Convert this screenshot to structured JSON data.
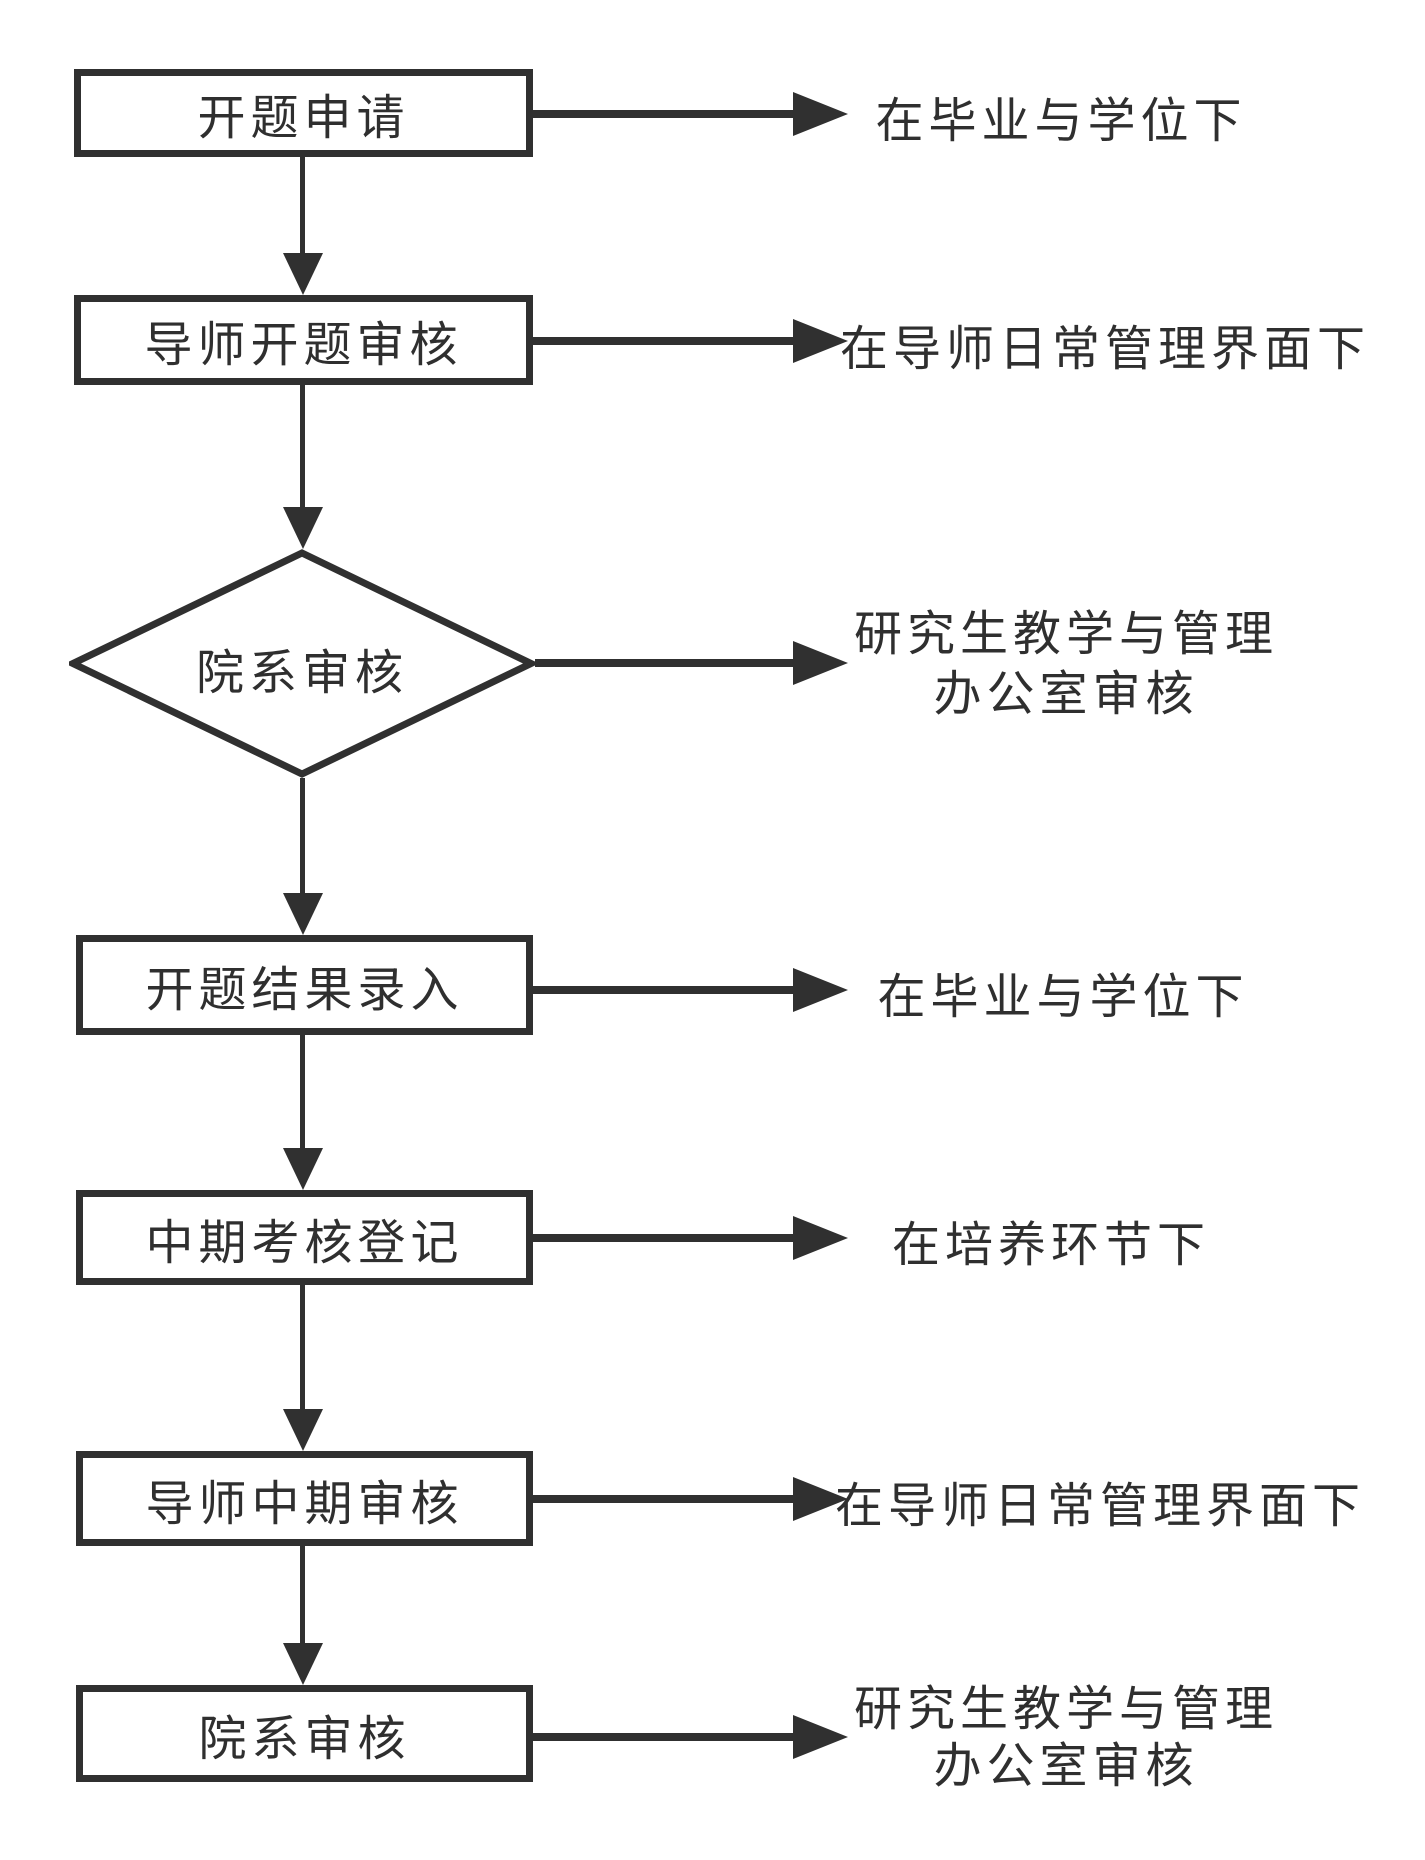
{
  "flowchart": {
    "background": "#ffffff",
    "stroke_color": "#303030",
    "text_color": "#2f2f2f",
    "nodes": [
      {
        "shape": "rectangle",
        "label": "开题申请"
      },
      {
        "shape": "rectangle",
        "label": "导师开题审核"
      },
      {
        "shape": "diamond",
        "label": "院系审核"
      },
      {
        "shape": "rectangle",
        "label": "开题结果录入"
      },
      {
        "shape": "rectangle",
        "label": "中期考核登记"
      },
      {
        "shape": "rectangle",
        "label": "导师中期审核"
      },
      {
        "shape": "rectangle",
        "label": "院系审核"
      }
    ],
    "annotations": [
      {
        "node": 0,
        "lines": [
          "在毕业与学位下"
        ]
      },
      {
        "node": 1,
        "lines": [
          "在导师日常管理界面下"
        ]
      },
      {
        "node": 2,
        "lines": [
          "研究生教学与管理",
          "办公室审核"
        ]
      },
      {
        "node": 3,
        "lines": [
          "在毕业与学位下"
        ]
      },
      {
        "node": 4,
        "lines": [
          "在培养环节下"
        ]
      },
      {
        "node": 5,
        "lines": [
          "在导师日常管理界面下"
        ]
      },
      {
        "node": 6,
        "lines": [
          "研究生教学与管理",
          "办公室审核"
        ]
      }
    ],
    "edges": [
      {
        "from": 0,
        "to": 1
      },
      {
        "from": 1,
        "to": 2
      },
      {
        "from": 2,
        "to": 3
      },
      {
        "from": 3,
        "to": 4
      },
      {
        "from": 4,
        "to": 5
      },
      {
        "from": 5,
        "to": 6
      }
    ]
  }
}
